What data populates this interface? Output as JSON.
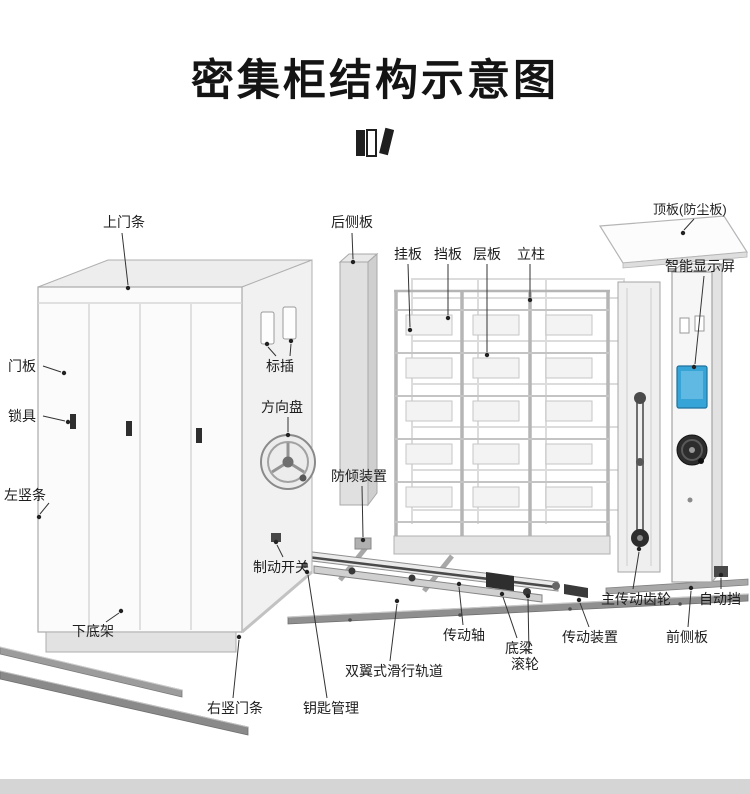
{
  "page": {
    "title": "密集柜结构示意图"
  },
  "icons": {
    "books": "books-icon"
  },
  "labels": {
    "top_door_strip": "上门条",
    "rear_side_panel": "后侧板",
    "hanging_board": "挂板",
    "baffle": "挡板",
    "shelf_board": "层板",
    "column": "立柱",
    "top_panel": "顶板(防尘板)",
    "smart_display": "智能显示屏",
    "door_panel": "门板",
    "lock": "锁具",
    "label_insert": "标插",
    "steering_wheel": "方向盘",
    "left_vertical_strip": "左竖条",
    "anti_tilt_device": "防倾装置",
    "brake_switch": "制动开关",
    "bottom_frame": "下底架",
    "right_vertical_door_strip": "右竖门条",
    "key_management": "钥匙管理",
    "double_wing_track": "双翼式滑行轨道",
    "drive_shaft": "传动轴",
    "bottom_beam": "底梁",
    "roller": "滚轮",
    "transmission_device": "传动装置",
    "main_drive_gear": "主传动齿轮",
    "auto_stop": "自动挡",
    "front_side_panel": "前侧板"
  },
  "colors": {
    "screen_blue": "#37a4d8",
    "cabinet_white": "#fbfbfb",
    "outline_gray": "#a8a8a8",
    "rail_gray": "#8f8f8f",
    "text_dark": "#1e1e1e"
  }
}
